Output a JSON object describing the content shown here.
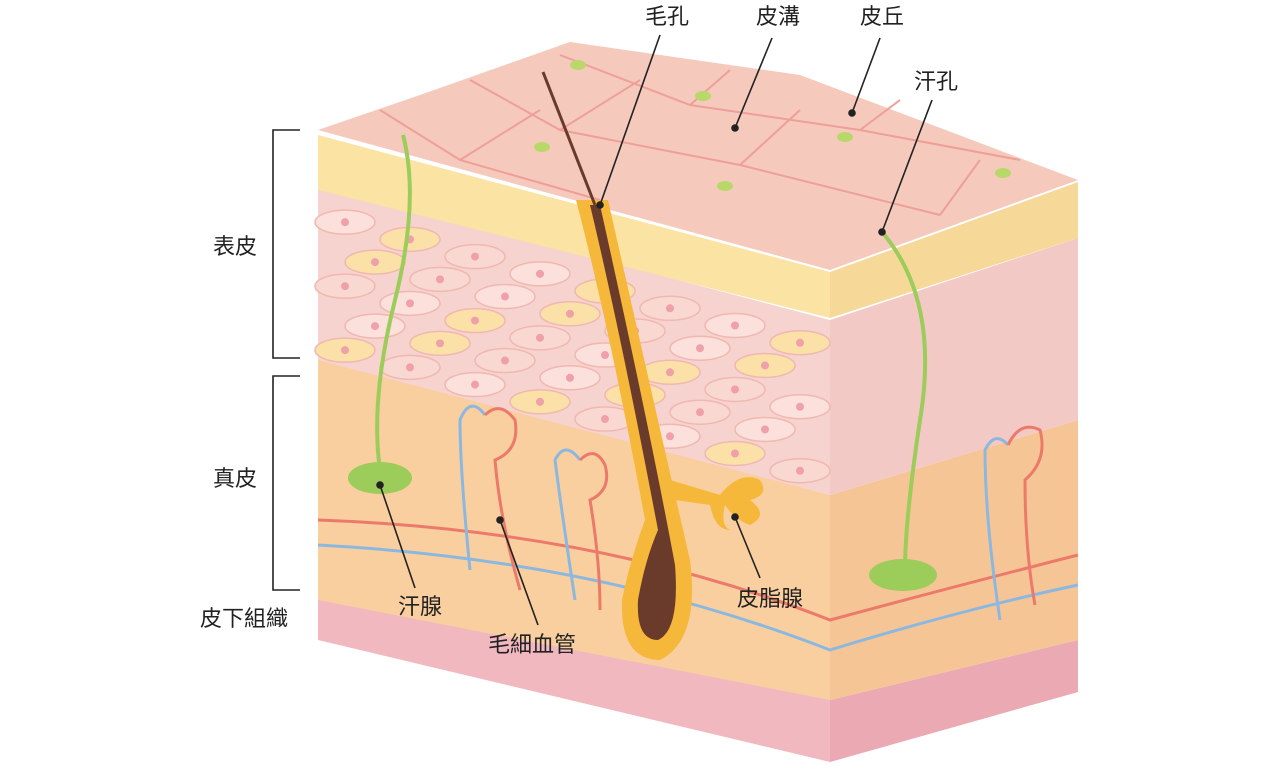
{
  "labels": {
    "pore": "毛孔",
    "skin_groove": "皮溝",
    "skin_ridge": "皮丘",
    "sweat_pore": "汗孔",
    "epidermis": "表皮",
    "dermis": "真皮",
    "subcutaneous": "皮下組織",
    "sweat_gland": "汗腺",
    "capillary": "毛細血管",
    "sebaceous_gland": "皮脂腺"
  },
  "colors": {
    "surface": "#f6c9bd",
    "stratum_corneum": "#fbe3a4",
    "epidermis": "#f7d3cf",
    "dermis": "#f9cf9f",
    "subcutaneous": "#f2b8c0",
    "hair": "#6a3a2a",
    "follicle": "#f5b83a",
    "sweat_gland": "#9ccc5a",
    "artery": "#ec7a6a",
    "vein": "#8cb8e0"
  }
}
